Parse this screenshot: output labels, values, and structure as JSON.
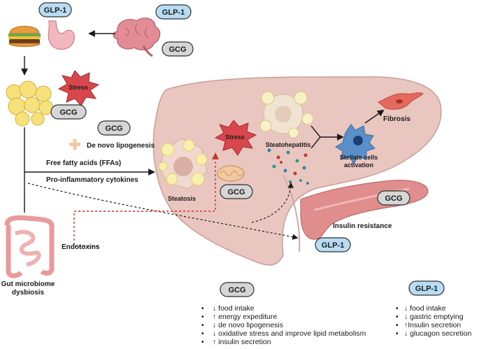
{
  "pills": {
    "glp1": "GLP-1",
    "gcg": "GCG"
  },
  "labels": {
    "stress": "Stress",
    "de_novo": "De novo lipogenesis",
    "ffa": "Free fatty acids (FFAs)",
    "cytokines": "Pro-inflammatory cytokines",
    "steatosis": "Steatosis",
    "steatohepatitis": "Steatohepatitis",
    "stellate_1": "Stellate cells",
    "stellate_2": "activation",
    "fibrosis": "Fibrosis",
    "insulin_resistance": "Insulin resistance",
    "endotoxins": "Endotoxins",
    "gut_1": "Gut microbiome",
    "gut_2": "dysbiosis"
  },
  "gcg_effects": [
    "↓ food intake",
    "↑ energy expediture",
    "↓ de novo lipogenesis",
    "↓ oxidative stress and improve lipid metabolism",
    "↑ insulin secretion"
  ],
  "glp1_effects": [
    "↓ food intake",
    "↓ gastric emptying",
    "↑Insulin secretion",
    "↓ glucagon secretion"
  ],
  "colors": {
    "liver": "#e9c6c0",
    "pancreas": "#e08d8d",
    "stress": "#d9474c",
    "glp_pill": "#b9dcf5",
    "gcg_pill": "#d6d6d6"
  }
}
